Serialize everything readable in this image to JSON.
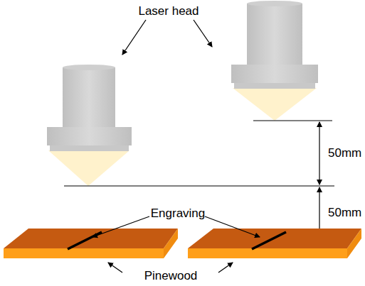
{
  "diagram": {
    "labels": [
      "Laser head",
      "50mm",
      "50mm",
      "Engraving",
      "Pinewood"
    ]
  }
}
